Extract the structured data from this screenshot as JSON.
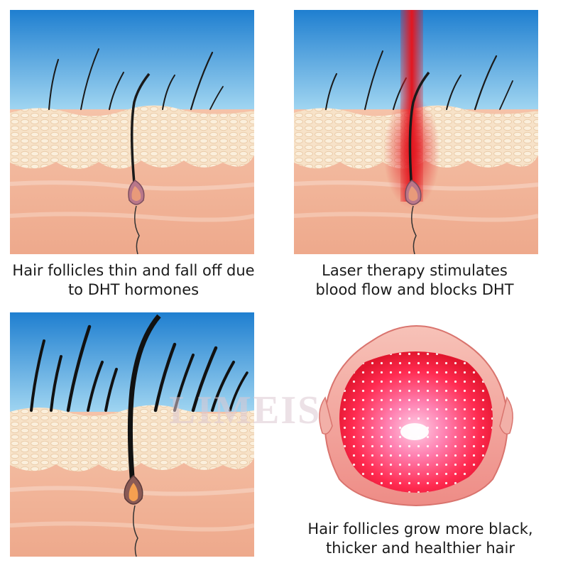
{
  "captions": {
    "panel1": "Hair follicles thin and fall off due\nto DHT hormones",
    "panel2": "Laser therapy stimulates\nblood flow and blocks DHT",
    "panel4": "Hair follicles grow more black,\nthicker and healthier hair"
  },
  "watermark": "LIMEIS",
  "colors": {
    "sky_top": "#1f7fd0",
    "sky_bottom": "#a9dbf3",
    "epidermis": "#f5ddc1",
    "dermis": "#f1b79e",
    "laser": "#e3161f",
    "helmet_shell": "#f3a8a0",
    "helmet_glow": "#ff2a50"
  }
}
